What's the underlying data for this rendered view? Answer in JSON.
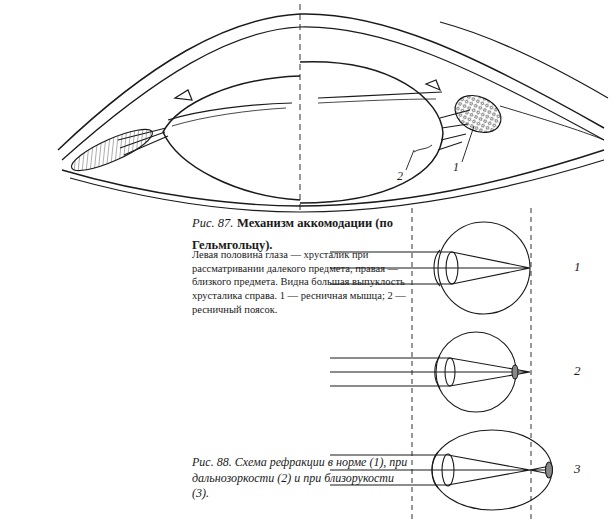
{
  "diagram": {
    "labels": [
      "1",
      "2",
      "Рис. 87.",
      "Механизм аккомодации (по Гельмгольцу).",
      "Левая половина глаза — хрусталик при рассматривании далекого предмета, правая — близкого предмета. Видна большая выпуклость хрусталика справа. 1 — ресничная мышца; 2 — ресничный поясок.",
      "1",
      "2",
      "3",
      "Рис. 88. Схема рефракции в норме (1), при дальнозоркости (2) и при близорукости (3)."
    ]
  }
}
